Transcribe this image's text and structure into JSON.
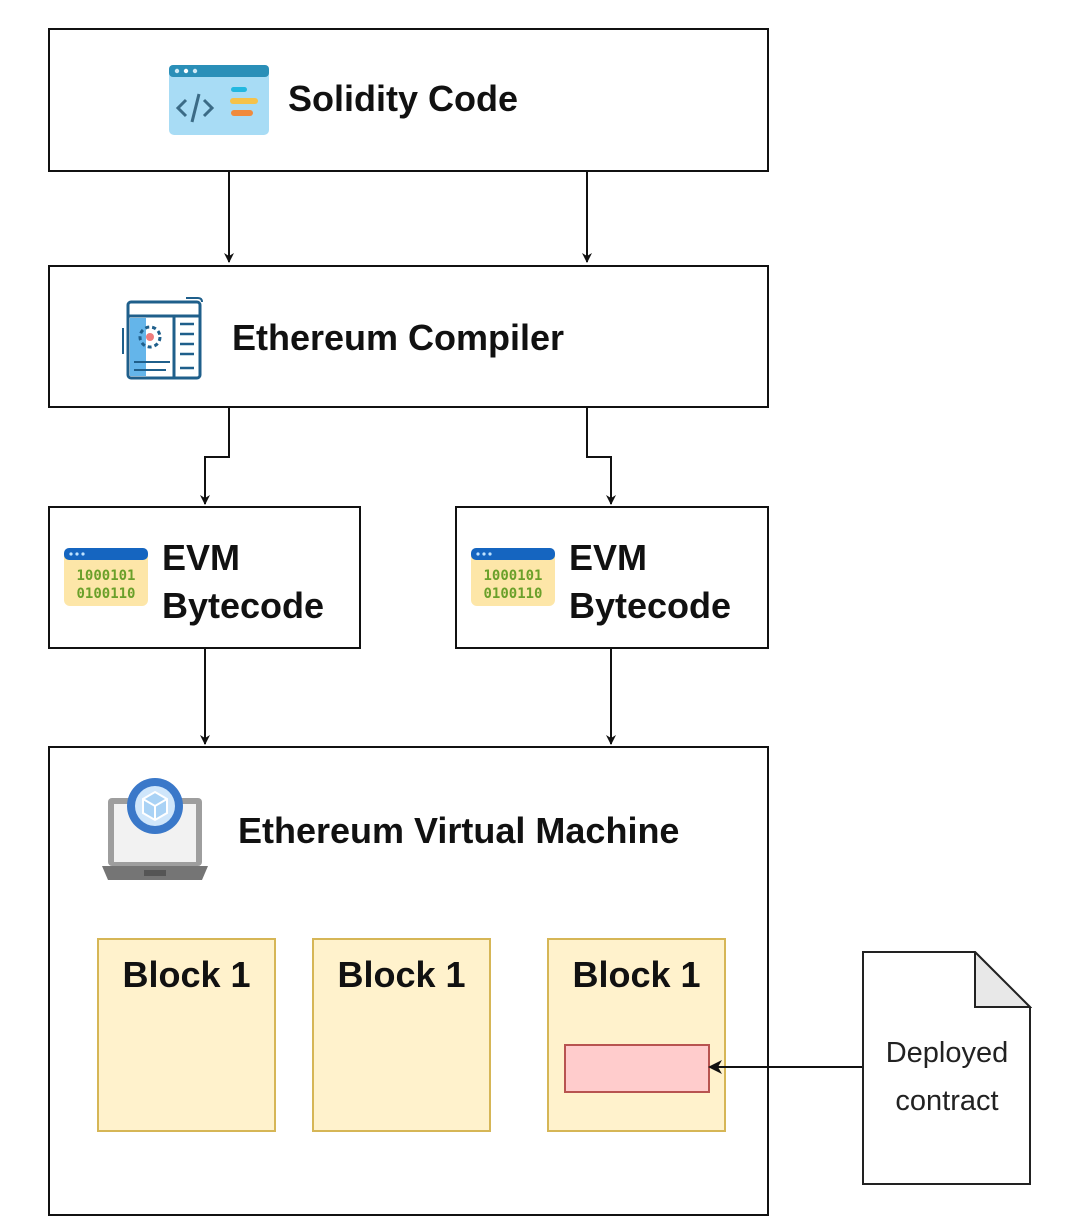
{
  "diagram": {
    "solidity": {
      "label": "Solidity Code",
      "icon": "code-window-icon"
    },
    "compiler": {
      "label": "Ethereum Compiler",
      "icon": "compiler-settings-icon"
    },
    "bytecode": [
      {
        "line1": "EVM",
        "line2": "Bytecode",
        "icon": "binary-window-icon"
      },
      {
        "line1": "EVM",
        "line2": "Bytecode",
        "icon": "binary-window-icon"
      }
    ],
    "evm": {
      "label": "Ethereum Virtual Machine",
      "icon": "laptop-cube-icon",
      "blocks": [
        {
          "label": "Block 1",
          "has_contract": false
        },
        {
          "label": "Block 1",
          "has_contract": false
        },
        {
          "label": "Block 1",
          "has_contract": true
        }
      ]
    },
    "deployed": {
      "line1": "Deployed",
      "line2": "contract",
      "icon": "document-icon"
    }
  },
  "colors": {
    "block_fill": "#fff2cc",
    "block_stroke": "#d6b656",
    "contract_fill": "#ffcccc",
    "contract_stroke": "#b85450",
    "line": "#111111"
  }
}
